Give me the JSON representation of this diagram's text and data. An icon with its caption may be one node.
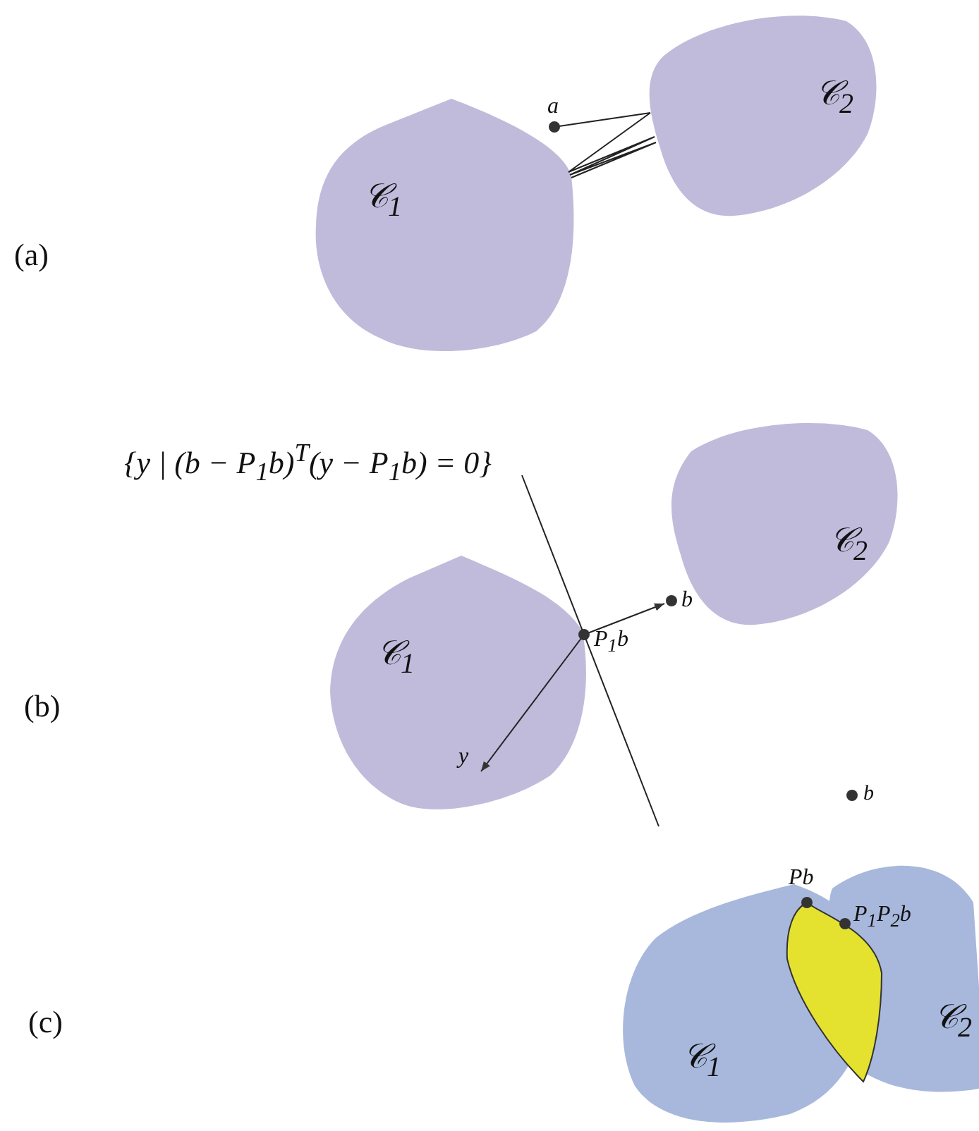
{
  "diagram": {
    "nodes": [
      {
        "text": [
          "𝒞$_{1}$"
        ]
      },
      {
        "text": [
          "𝒞$_{2}$"
        ]
      },
      {
        "text": [
          "a"
        ]
      },
      {
        "text": [
          "𝒞$_{1}$"
        ]
      },
      {
        "text": [
          "𝒞$_{2}$"
        ]
      },
      {
        "text": [
          "b"
        ]
      },
      {
        "text": [
          "P$_{1}$b"
        ]
      },
      {
        "text": [
          "y"
        ],
        "in": 3
      },
      {
        "text": [
          "𝒞$_{1}$"
        ]
      },
      {
        "text": [
          "𝒞$_{2}$"
        ]
      },
      {
        "text": [],
        "shape": "region"
      }
    ],
    "edges": [
      {
        "from": 2,
        "to": 1,
        "arrow": "none"
      },
      {
        "from": 1,
        "to": 0,
        "arrow": "none"
      },
      {
        "from": 6,
        "to": 5,
        "arrow": "to"
      },
      {
        "from": 6,
        "to": 7,
        "arrow": "to"
      }
    ],
    "labels": [
      "(a)",
      "{y | (b − P$_{1}$b)$^{T}$(y − P$_{1}$b) = 0}",
      "(b)",
      "b",
      "Pb",
      "P$_{1}$P$_{2}$b",
      "(c)"
    ]
  }
}
